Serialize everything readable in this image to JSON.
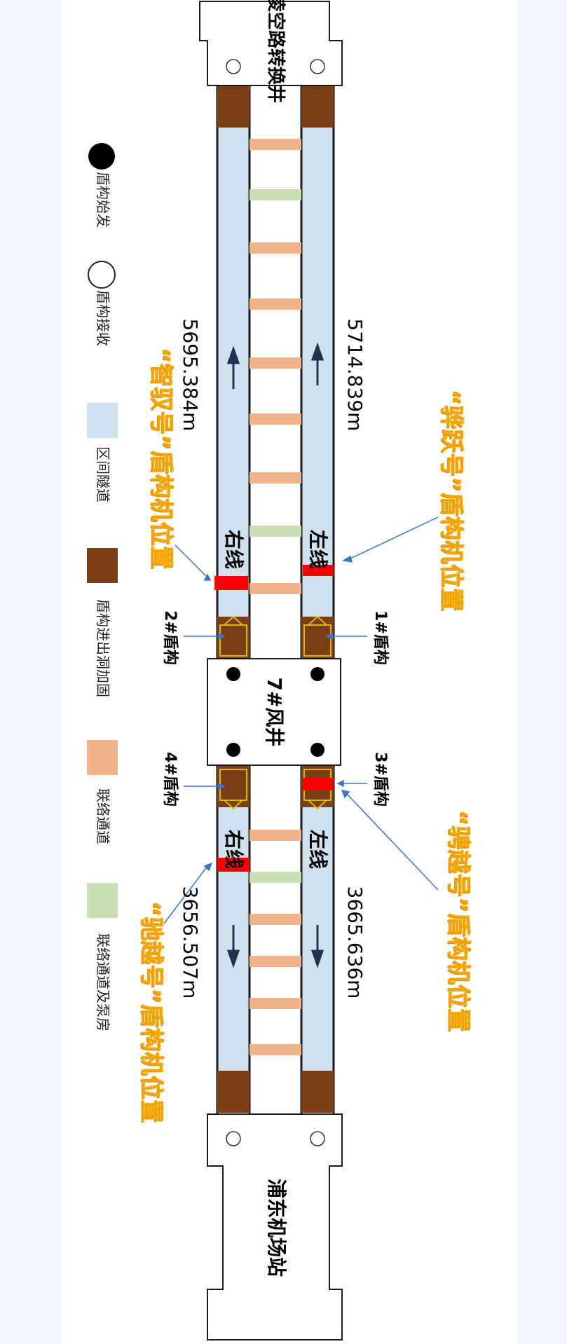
{
  "stations": {
    "top": "凌空路转换井",
    "bottom": "浦东机场站",
    "middle": "7#风井"
  },
  "lines": {
    "left_line": "左线",
    "right_line": "右线"
  },
  "lengths": {
    "upper_left": "5714.839m",
    "upper_right": "5695.384m",
    "lower_left": "3665.636m",
    "lower_right": "3656.507m"
  },
  "shields": {
    "s1": "1#盾构",
    "s2": "2#盾构",
    "s3": "3#盾构",
    "s4": "4#盾构"
  },
  "machines": {
    "m1": "“骅跃号”盾构机位置",
    "m2": "“智驭号”盾构机位置",
    "m3": "“骋越号”盾构机位置",
    "m4": "“驰越号”盾构机位置"
  },
  "legend": [
    {
      "label": "盾构始发",
      "color": "#000000"
    },
    {
      "label": "盾构接收",
      "color": "#ffffff"
    },
    {
      "label": "区间隧道",
      "color": "#cfe0ef"
    },
    {
      "label": "盾构进出洞加固",
      "color": "#7b3f16"
    },
    {
      "label": "联络通道",
      "color": "#f0b48a"
    },
    {
      "label": "联络通道及泵房",
      "color": "#c8e0b4"
    }
  ],
  "colors": {
    "tunnel": "#cfe0ef",
    "reinforce": "#7b3f16",
    "passage": "#f0b48a",
    "passage_pump": "#c8e0b4",
    "machine": "#ff0000",
    "label_orange": "#f4a400"
  }
}
